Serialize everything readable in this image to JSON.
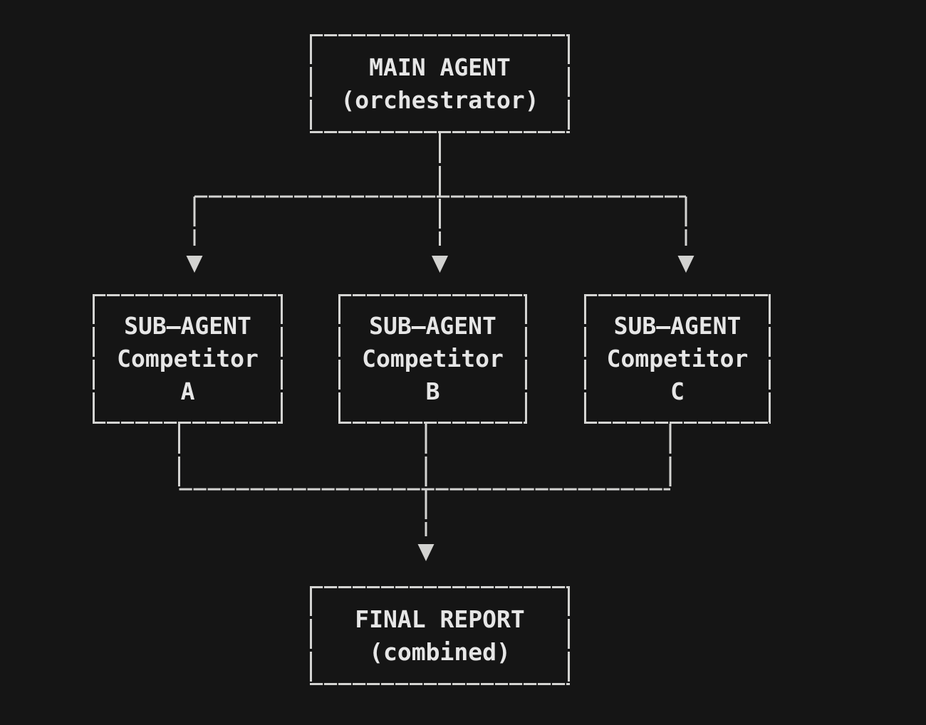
{
  "colors": {
    "background": "#151515",
    "line": "#d4d4d2",
    "text": "#e6e6e6"
  },
  "icons": {
    "arrow_down": "▼"
  },
  "nodes": {
    "main_agent": {
      "lines": [
        "MAIN AGENT",
        "(orchestrator)"
      ]
    },
    "sub_agent_a": {
      "lines": [
        "SUB—AGENT",
        "Competitor",
        "A"
      ]
    },
    "sub_agent_b": {
      "lines": [
        "SUB—AGENT",
        "Competitor",
        "B"
      ]
    },
    "sub_agent_c": {
      "lines": [
        "SUB—AGENT",
        "Competitor",
        "C"
      ]
    },
    "final_report": {
      "lines": [
        "FINAL REPORT",
        "(combined)"
      ]
    }
  }
}
